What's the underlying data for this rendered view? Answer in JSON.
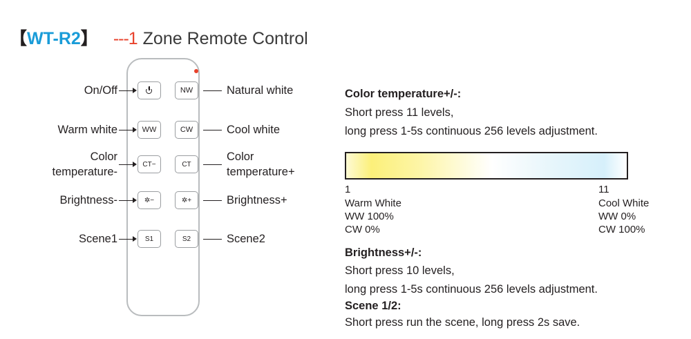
{
  "title": {
    "bracket_open": "【",
    "model": "WT-R2",
    "bracket_close": "】",
    "dashes": "---",
    "one": "1",
    "rest": " Zone Remote Control"
  },
  "remote": {
    "led_name": "indicator-led",
    "buttons": [
      {
        "key": "power",
        "label": "",
        "icon": "power-icon",
        "side": "left",
        "row": 1
      },
      {
        "key": "nw",
        "label": "NW",
        "side": "right",
        "row": 1
      },
      {
        "key": "ww",
        "label": "WW",
        "side": "left",
        "row": 2
      },
      {
        "key": "cw",
        "label": "CW",
        "side": "right",
        "row": 2
      },
      {
        "key": "ct-minus",
        "label": "CT−",
        "side": "left",
        "row": 3
      },
      {
        "key": "ct-plus",
        "label": "CT",
        "side": "right",
        "row": 3
      },
      {
        "key": "bright-minus",
        "label": "✲−",
        "side": "left",
        "row": 4
      },
      {
        "key": "bright-plus",
        "label": "✲+",
        "side": "right",
        "row": 4
      },
      {
        "key": "s1",
        "label": "S1",
        "side": "left",
        "row": 5
      },
      {
        "key": "s2",
        "label": "S2",
        "side": "right",
        "row": 5
      }
    ]
  },
  "callouts": {
    "left": [
      {
        "name": "on-off",
        "text": "On/Off"
      },
      {
        "name": "warm-white",
        "text": "Warm white"
      },
      {
        "name": "color-temperature-minus",
        "line1": "Color",
        "line2": "temperature-"
      },
      {
        "name": "brightness-minus",
        "text": "Brightness-"
      },
      {
        "name": "scene1",
        "text": "Scene1"
      }
    ],
    "right": [
      {
        "name": "natural-white",
        "text": "Natural white"
      },
      {
        "name": "cool-white",
        "text": "Cool white"
      },
      {
        "name": "color-temperature-plus",
        "line1": "Color",
        "line2": "temperature+"
      },
      {
        "name": "brightness-plus",
        "text": "Brightness+"
      },
      {
        "name": "scene2",
        "text": "Scene2"
      }
    ]
  },
  "info": {
    "ct_heading": "Color temperature+/-:",
    "ct_line1": "Short press 11 levels,",
    "ct_line2": "long press 1-5s continuous 256 levels adjustment.",
    "scale_left_num": "1",
    "scale_left_l1": "Warm White",
    "scale_left_l2": "WW 100%",
    "scale_left_l3": "CW  0%",
    "scale_right_num": "11",
    "scale_right_l1": "Cool White",
    "scale_right_l2": "WW 0%",
    "scale_right_l3": "CW 100%",
    "br_heading": "Brightness+/-:",
    "br_line1": "Short press 10 levels,",
    "br_line2": "long press 1-5s continuous 256 levels adjustment.",
    "scene_heading": "Scene 1/2:",
    "scene_line1": "Short press run the scene, long press 2s save."
  },
  "colors": {
    "accent": "#1a9cd8",
    "red": "#e8412b",
    "text": "#231f20",
    "outline": "#b9bcbe"
  }
}
